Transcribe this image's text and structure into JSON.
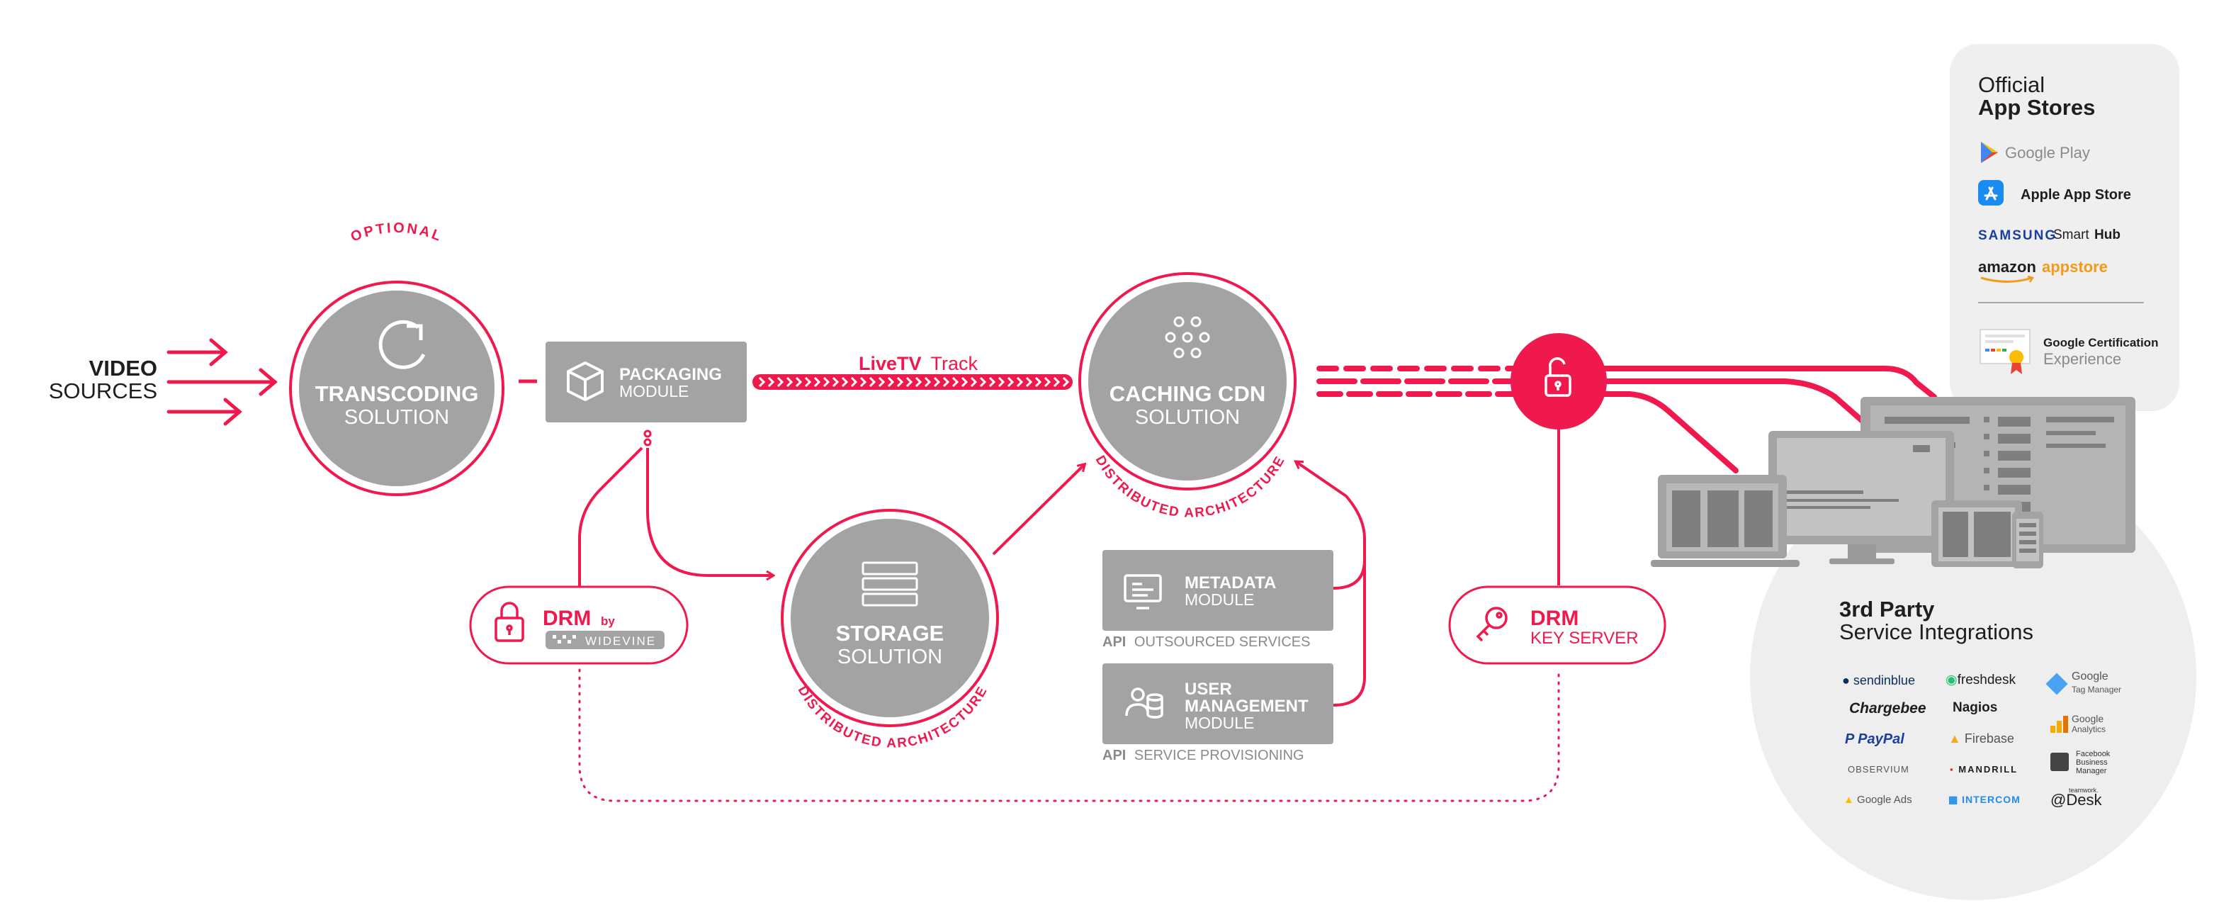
{
  "colors": {
    "accent": "#f0194e",
    "module_grey": "#a3a3a3",
    "dark_text": "#1e1e1e",
    "panel_bg": "#efefef"
  },
  "video_sources": {
    "line1": "VIDEO",
    "line2": "SOURCES"
  },
  "transcoding": {
    "badge": "OPTIONAL",
    "title": "TRANSCODING",
    "subtitle": "SOLUTION",
    "icon": "refresh-icon"
  },
  "packaging": {
    "title": "PACKAGING",
    "subtitle": "MODULE",
    "icon": "cube-icon"
  },
  "livetv": {
    "bold": "LiveTV",
    "rest": "Track"
  },
  "caching": {
    "title": "CACHING CDN",
    "subtitle": "SOLUTION",
    "arc": "DISTRIBUTED ARCHITECTURE",
    "icon": "nodes-icon"
  },
  "storage": {
    "title": "STORAGE",
    "subtitle": "SOLUTION",
    "arc": "DISTRIBUTED ARCHITECTURE",
    "icon": "server-icon"
  },
  "drm_widevine": {
    "title": "DRM",
    "by": "by",
    "brand": "WIDEVINE",
    "icon": "lock-icon"
  },
  "metadata": {
    "title": "METADATA",
    "subtitle": "MODULE",
    "api_bold": "API",
    "api_rest": "OUTSOURCED SERVICES",
    "icon": "monitor-icon"
  },
  "user_mgmt": {
    "title1": "USER",
    "title2": "MANAGEMENT",
    "subtitle": "MODULE",
    "api_bold": "API",
    "api_rest": "SERVICE PROVISIONING",
    "icon": "users-db-icon"
  },
  "drm_key": {
    "title": "DRM",
    "subtitle": "KEY SERVER",
    "icon": "key-icon"
  },
  "unlock_icon": "unlock-icon",
  "app_stores": {
    "heading1": "Official",
    "heading2": "App Stores",
    "items": [
      {
        "label": "Google Play",
        "icon": "google-play-icon"
      },
      {
        "label": "Apple App Store",
        "icon": "app-store-icon"
      },
      {
        "label_a": "SAMSUNG",
        "label_b": "Smart",
        "label_c": "Hub"
      },
      {
        "label_a": "amazon",
        "label_b": "appstore"
      }
    ],
    "cert_line1": "Google Certification",
    "cert_line2": "Experience",
    "cert_icon": "certificate-icon"
  },
  "services": {
    "heading1": "3rd Party",
    "heading2": "Service Integrations",
    "items": [
      "sendinblue",
      "freshdesk",
      "Google",
      "Tag Manager",
      "Chargebee",
      "Nagios",
      "Google",
      "Analytics",
      "PayPal",
      "Firebase",
      "Facebook",
      "Business",
      "Manager",
      "OBSERVIUM",
      "MANDRILL",
      "Google Ads",
      "INTERCOM",
      "Desk",
      "teamwork."
    ]
  }
}
